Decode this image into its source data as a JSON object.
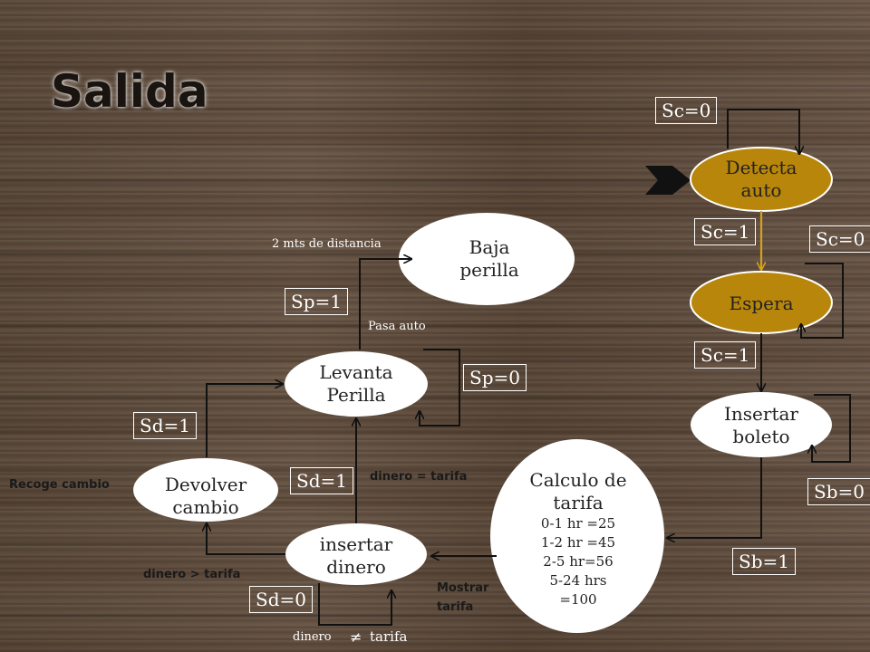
{
  "title": "Salida",
  "colors": {
    "gold": "#b8860b",
    "white": "#ffffff",
    "line": "#111111"
  },
  "nodes": {
    "detecta": "Detecta auto",
    "espera": "Espera",
    "insertar_boleto": "Insertar boleto",
    "calculo": "Calculo de tarifa",
    "tarifas": [
      "0-1 hr =25",
      "1-2 hr =45",
      "2-5 hr=56",
      "5-24 hrs",
      "=100"
    ],
    "insertar_dinero": "insertar dinero",
    "devolver": "Devolver cambio",
    "levanta": "Levanta Perilla",
    "baja": "Baja perilla"
  },
  "signals": {
    "sc0_top": "Sc=0",
    "sc1_a": "Sc=1",
    "sc0_right": "Sc=0",
    "sc1_b": "Sc=1",
    "sb0": "Sb=0",
    "sb1": "Sb=1",
    "sd1_left": "Sd=1",
    "sd1_mid": "Sd=1",
    "sd0": "Sd=0",
    "sp1": "Sp=1",
    "sp0": "Sp=0"
  },
  "notes": {
    "distancia": "2 mts de distancia",
    "pasa_auto": "Pasa auto",
    "dinero_igual": "dinero = tarifa",
    "recoge": "Recoge cambio",
    "dinero_mayor": "dinero > tarifa",
    "mostrar": "Mostrar tarifa",
    "dinero_dist_a": "dinero",
    "neq": "≠",
    "dinero_dist_b": "tarifa"
  }
}
